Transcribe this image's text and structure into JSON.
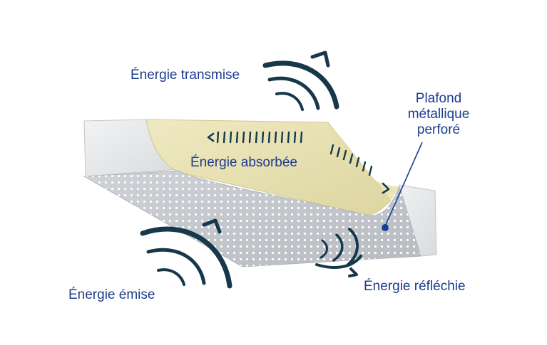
{
  "labels": {
    "transmitted": "Énergie transmise",
    "absorbed": "Énergie absorbée",
    "emitted": "Énergie émise",
    "reflected": "Énergie réfléchie",
    "ceiling_line1": "Plafond",
    "ceiling_line2": "métallique",
    "ceiling_line3": "perforé"
  },
  "colors": {
    "label_text": "#1d3c8c",
    "wave_stroke": "#17384a",
    "insulation": "#e9e3b5",
    "panel_top": "#c9ccd0",
    "panel_side": "#e6e7e9",
    "pointer": "#143f9a"
  },
  "icons": [
    "wave-arcs-icon",
    "arrow-chevron-icon",
    "pointer-dot-icon"
  ]
}
